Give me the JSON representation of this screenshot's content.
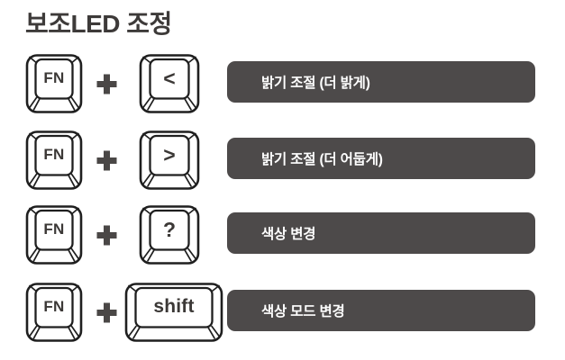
{
  "page": {
    "title": "보조LED 조정"
  },
  "colors": {
    "page_background": "#ffffff",
    "title_text": "#3d3a39",
    "keycap_outline": "#1f1f1f",
    "keycap_fill": "#ffffff",
    "keycap_label": "#3b3836",
    "plus_icon": "#4a4746",
    "badge_background": "#4d4a4a",
    "badge_text": "#ffffff"
  },
  "icons": {
    "plus": "plus-icon",
    "keycap": "keycap-outline-icon"
  },
  "rows": [
    {
      "modifier_key": "FN",
      "key": "<",
      "description": "밝기 조절 (더 밝게)"
    },
    {
      "modifier_key": "FN",
      "key": ">",
      "description": "밝기 조절 (더 어둡게)"
    },
    {
      "modifier_key": "FN",
      "key": "?",
      "description": "색상 변경"
    },
    {
      "modifier_key": "FN",
      "key": "shift",
      "description": "색상 모드 변경"
    }
  ]
}
